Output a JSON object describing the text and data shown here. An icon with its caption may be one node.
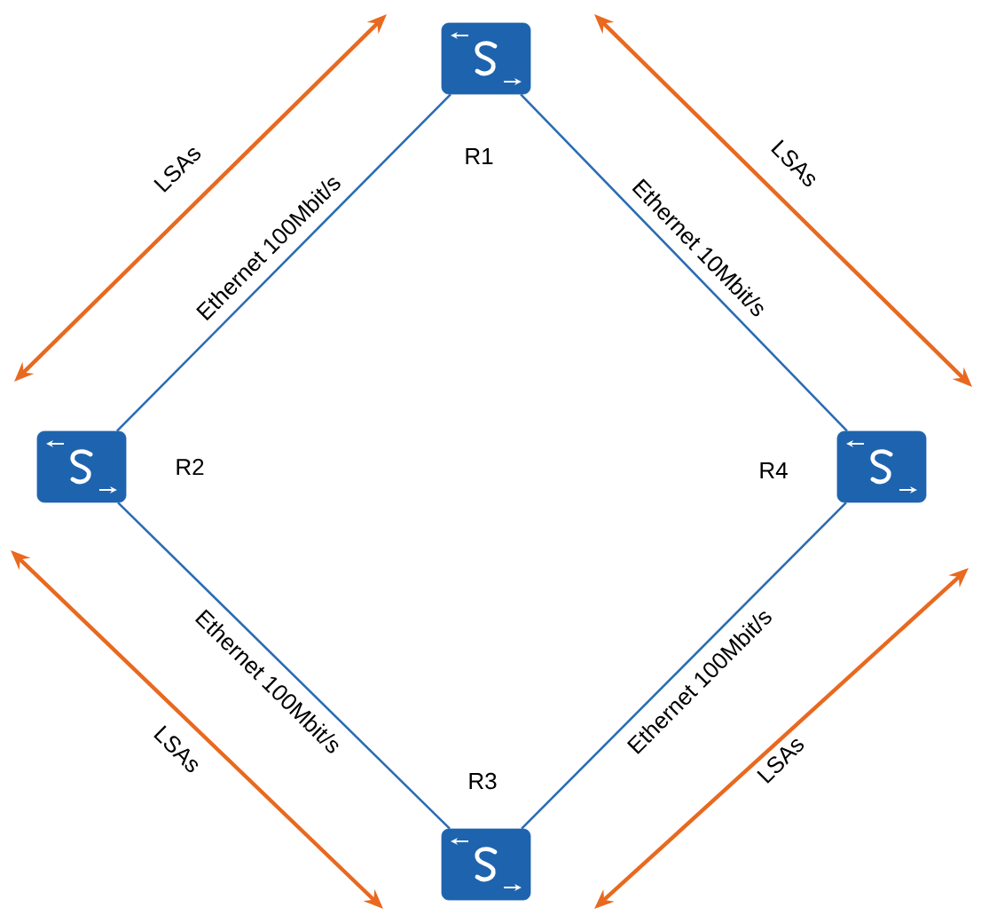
{
  "diagram": {
    "nodes": [
      {
        "text": [],
        "shape": "box",
        "beside": [
          "R1"
        ]
      },
      {
        "text": [],
        "shape": "box",
        "beside": [
          "R2"
        ]
      },
      {
        "text": [],
        "shape": "box",
        "beside": [
          "R4"
        ]
      },
      {
        "text": [],
        "shape": "box",
        "beside": [
          "R3"
        ]
      }
    ],
    "edges": [
      {
        "from": 0,
        "to": 1,
        "arrow": "none",
        "label": "Ethernet 100Mbit/s"
      },
      {
        "from": 0,
        "to": 2,
        "arrow": "none",
        "label": "Ethernet 10Mbit/s"
      },
      {
        "from": 1,
        "to": 3,
        "arrow": "none",
        "label": "Ethernet 100Mbit/s"
      },
      {
        "from": 3,
        "to": 2,
        "arrow": "none",
        "label": "Ethernet 100Mbit/s"
      }
    ],
    "labels": [
      "LSAs",
      "LSAs",
      "LSAs",
      "LSAs"
    ]
  }
}
